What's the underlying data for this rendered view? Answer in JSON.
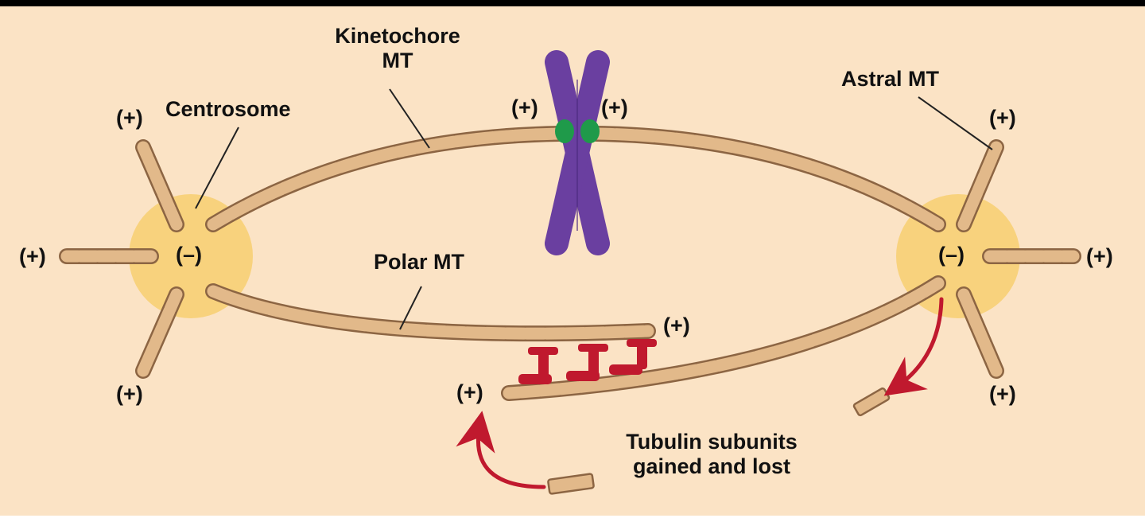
{
  "diagram": {
    "labels": {
      "kinetochore_mt_line1": "Kinetochore",
      "kinetochore_mt_line2": "MT",
      "centrosome": "Centrosome",
      "astral_mt": "Astral MT",
      "polar_mt": "Polar MT",
      "tubulin_line1": "Tubulin subunits",
      "tubulin_line2": "gained and lost",
      "plus": "(+)",
      "minus": "(–)"
    },
    "colors": {
      "top_bar": "#000000",
      "background": "#fbe3c5",
      "centrosome_glow": "#f8d27d",
      "microtubule_fill": "#e2b98a",
      "microtubule_stroke": "#8c6543",
      "chromosome": "#6a3fa0",
      "kinetochore": "#1f9a4a",
      "motor_protein": "#c0192e",
      "arrow": "#c0192e"
    }
  }
}
